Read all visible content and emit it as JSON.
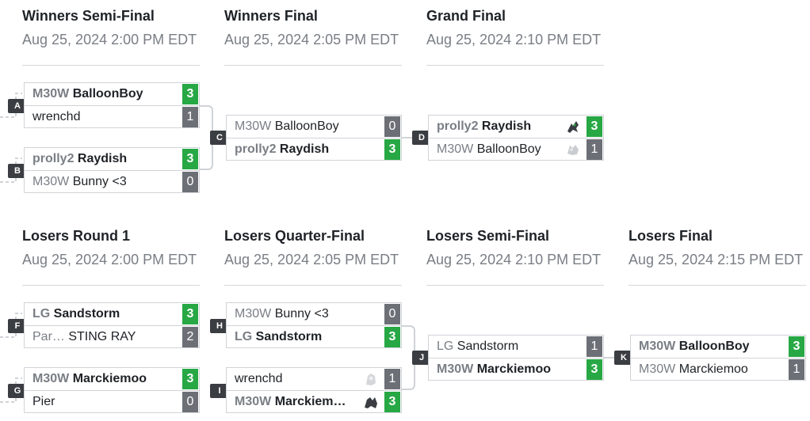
{
  "rounds": [
    {
      "title": "Winners Semi-Final",
      "date": "Aug 25, 2024 2:00 PM EDT"
    },
    {
      "title": "Winners Final",
      "date": "Aug 25, 2024 2:05 PM EDT"
    },
    {
      "title": "Grand Final",
      "date": "Aug 25, 2024 2:10 PM EDT"
    },
    {
      "title": "Losers Round 1",
      "date": "Aug 25, 2024 2:00 PM EDT"
    },
    {
      "title": "Losers Quarter-Final",
      "date": "Aug 25, 2024 2:05 PM EDT"
    },
    {
      "title": "Losers Semi-Final",
      "date": "Aug 25, 2024 2:10 PM EDT"
    },
    {
      "title": "Losers Final",
      "date": "Aug 25, 2024 2:15 PM EDT"
    }
  ],
  "matches": [
    {
      "id": "A",
      "p1": {
        "prefix": "M30W",
        "name": "BalloonBoy",
        "score": "3",
        "winner": true
      },
      "p2": {
        "prefix": "",
        "name": "wrenchd",
        "score": "1",
        "winner": false
      }
    },
    {
      "id": "B",
      "p1": {
        "prefix": "prolly2",
        "name": "Raydish",
        "score": "3",
        "winner": true
      },
      "p2": {
        "prefix": "M30W",
        "name": "Bunny <3",
        "score": "0",
        "winner": false
      }
    },
    {
      "id": "C",
      "p1": {
        "prefix": "M30W",
        "name": "BalloonBoy",
        "score": "0",
        "winner": false
      },
      "p2": {
        "prefix": "prolly2",
        "name": "Raydish",
        "score": "3",
        "winner": true
      }
    },
    {
      "id": "D",
      "p1": {
        "prefix": "prolly2",
        "name": "Raydish",
        "score": "3",
        "winner": true,
        "character": "dark-character-icon"
      },
      "p2": {
        "prefix": "M30W",
        "name": "BalloonBoy",
        "score": "1",
        "winner": false,
        "character": "light-character-icon"
      }
    },
    {
      "id": "F",
      "p1": {
        "prefix": "LG",
        "name": "Sandstorm",
        "score": "3",
        "winner": true
      },
      "p2": {
        "prefix": "Par…",
        "name": "STING RAY",
        "score": "2",
        "winner": false
      }
    },
    {
      "id": "G",
      "p1": {
        "prefix": "M30W",
        "name": "Marckiemoo",
        "score": "3",
        "winner": true
      },
      "p2": {
        "prefix": "",
        "name": "Pier",
        "score": "0",
        "winner": false
      }
    },
    {
      "id": "H",
      "p1": {
        "prefix": "M30W",
        "name": "Bunny <3",
        "score": "0",
        "winner": false
      },
      "p2": {
        "prefix": "LG",
        "name": "Sandstorm",
        "score": "3",
        "winner": true
      }
    },
    {
      "id": "I",
      "p1": {
        "prefix": "",
        "name": "wrenchd",
        "score": "1",
        "winner": false,
        "character": "light-character-icon"
      },
      "p2": {
        "prefix": "M30W",
        "name": "Marckiem…",
        "score": "3",
        "winner": true,
        "character": "dark-character-icon"
      }
    },
    {
      "id": "J",
      "p1": {
        "prefix": "LG",
        "name": "Sandstorm",
        "score": "1",
        "winner": false
      },
      "p2": {
        "prefix": "M30W",
        "name": "Marckiemoo",
        "score": "3",
        "winner": true
      }
    },
    {
      "id": "K",
      "p1": {
        "prefix": "M30W",
        "name": "BalloonBoy",
        "score": "3",
        "winner": true
      },
      "p2": {
        "prefix": "M30W",
        "name": "Marckiemoo",
        "score": "1",
        "winner": false
      }
    }
  ],
  "colors": {
    "win_score": "#27a844",
    "lose_score": "#6c7076",
    "badge": "#3a3d42"
  }
}
